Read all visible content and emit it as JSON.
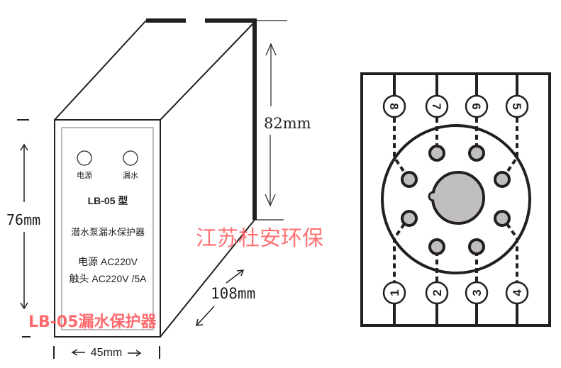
{
  "device": {
    "indicator_power_label": "电源",
    "indicator_leak_label": "漏水",
    "model_label": "LB-05 型",
    "product_name": "潜水泵漏水保护器",
    "power_spec": "电源 AC220V",
    "contact_spec": "触头 AC220V /5A"
  },
  "dimensions": {
    "height": "82mm",
    "front_height": "76mm",
    "width": "45mm",
    "depth": "108mm"
  },
  "watermarks": {
    "company": "江苏杜安环保",
    "product": "LB-05漏水保护器"
  },
  "socket": {
    "top_pins": [
      "8",
      "7",
      "6",
      "5"
    ],
    "bottom_pins": [
      "1",
      "2",
      "3",
      "4"
    ]
  },
  "colors": {
    "line": "#231f20",
    "pin_fill": "#c0bfbe",
    "watermark": "#ff5a5f"
  }
}
